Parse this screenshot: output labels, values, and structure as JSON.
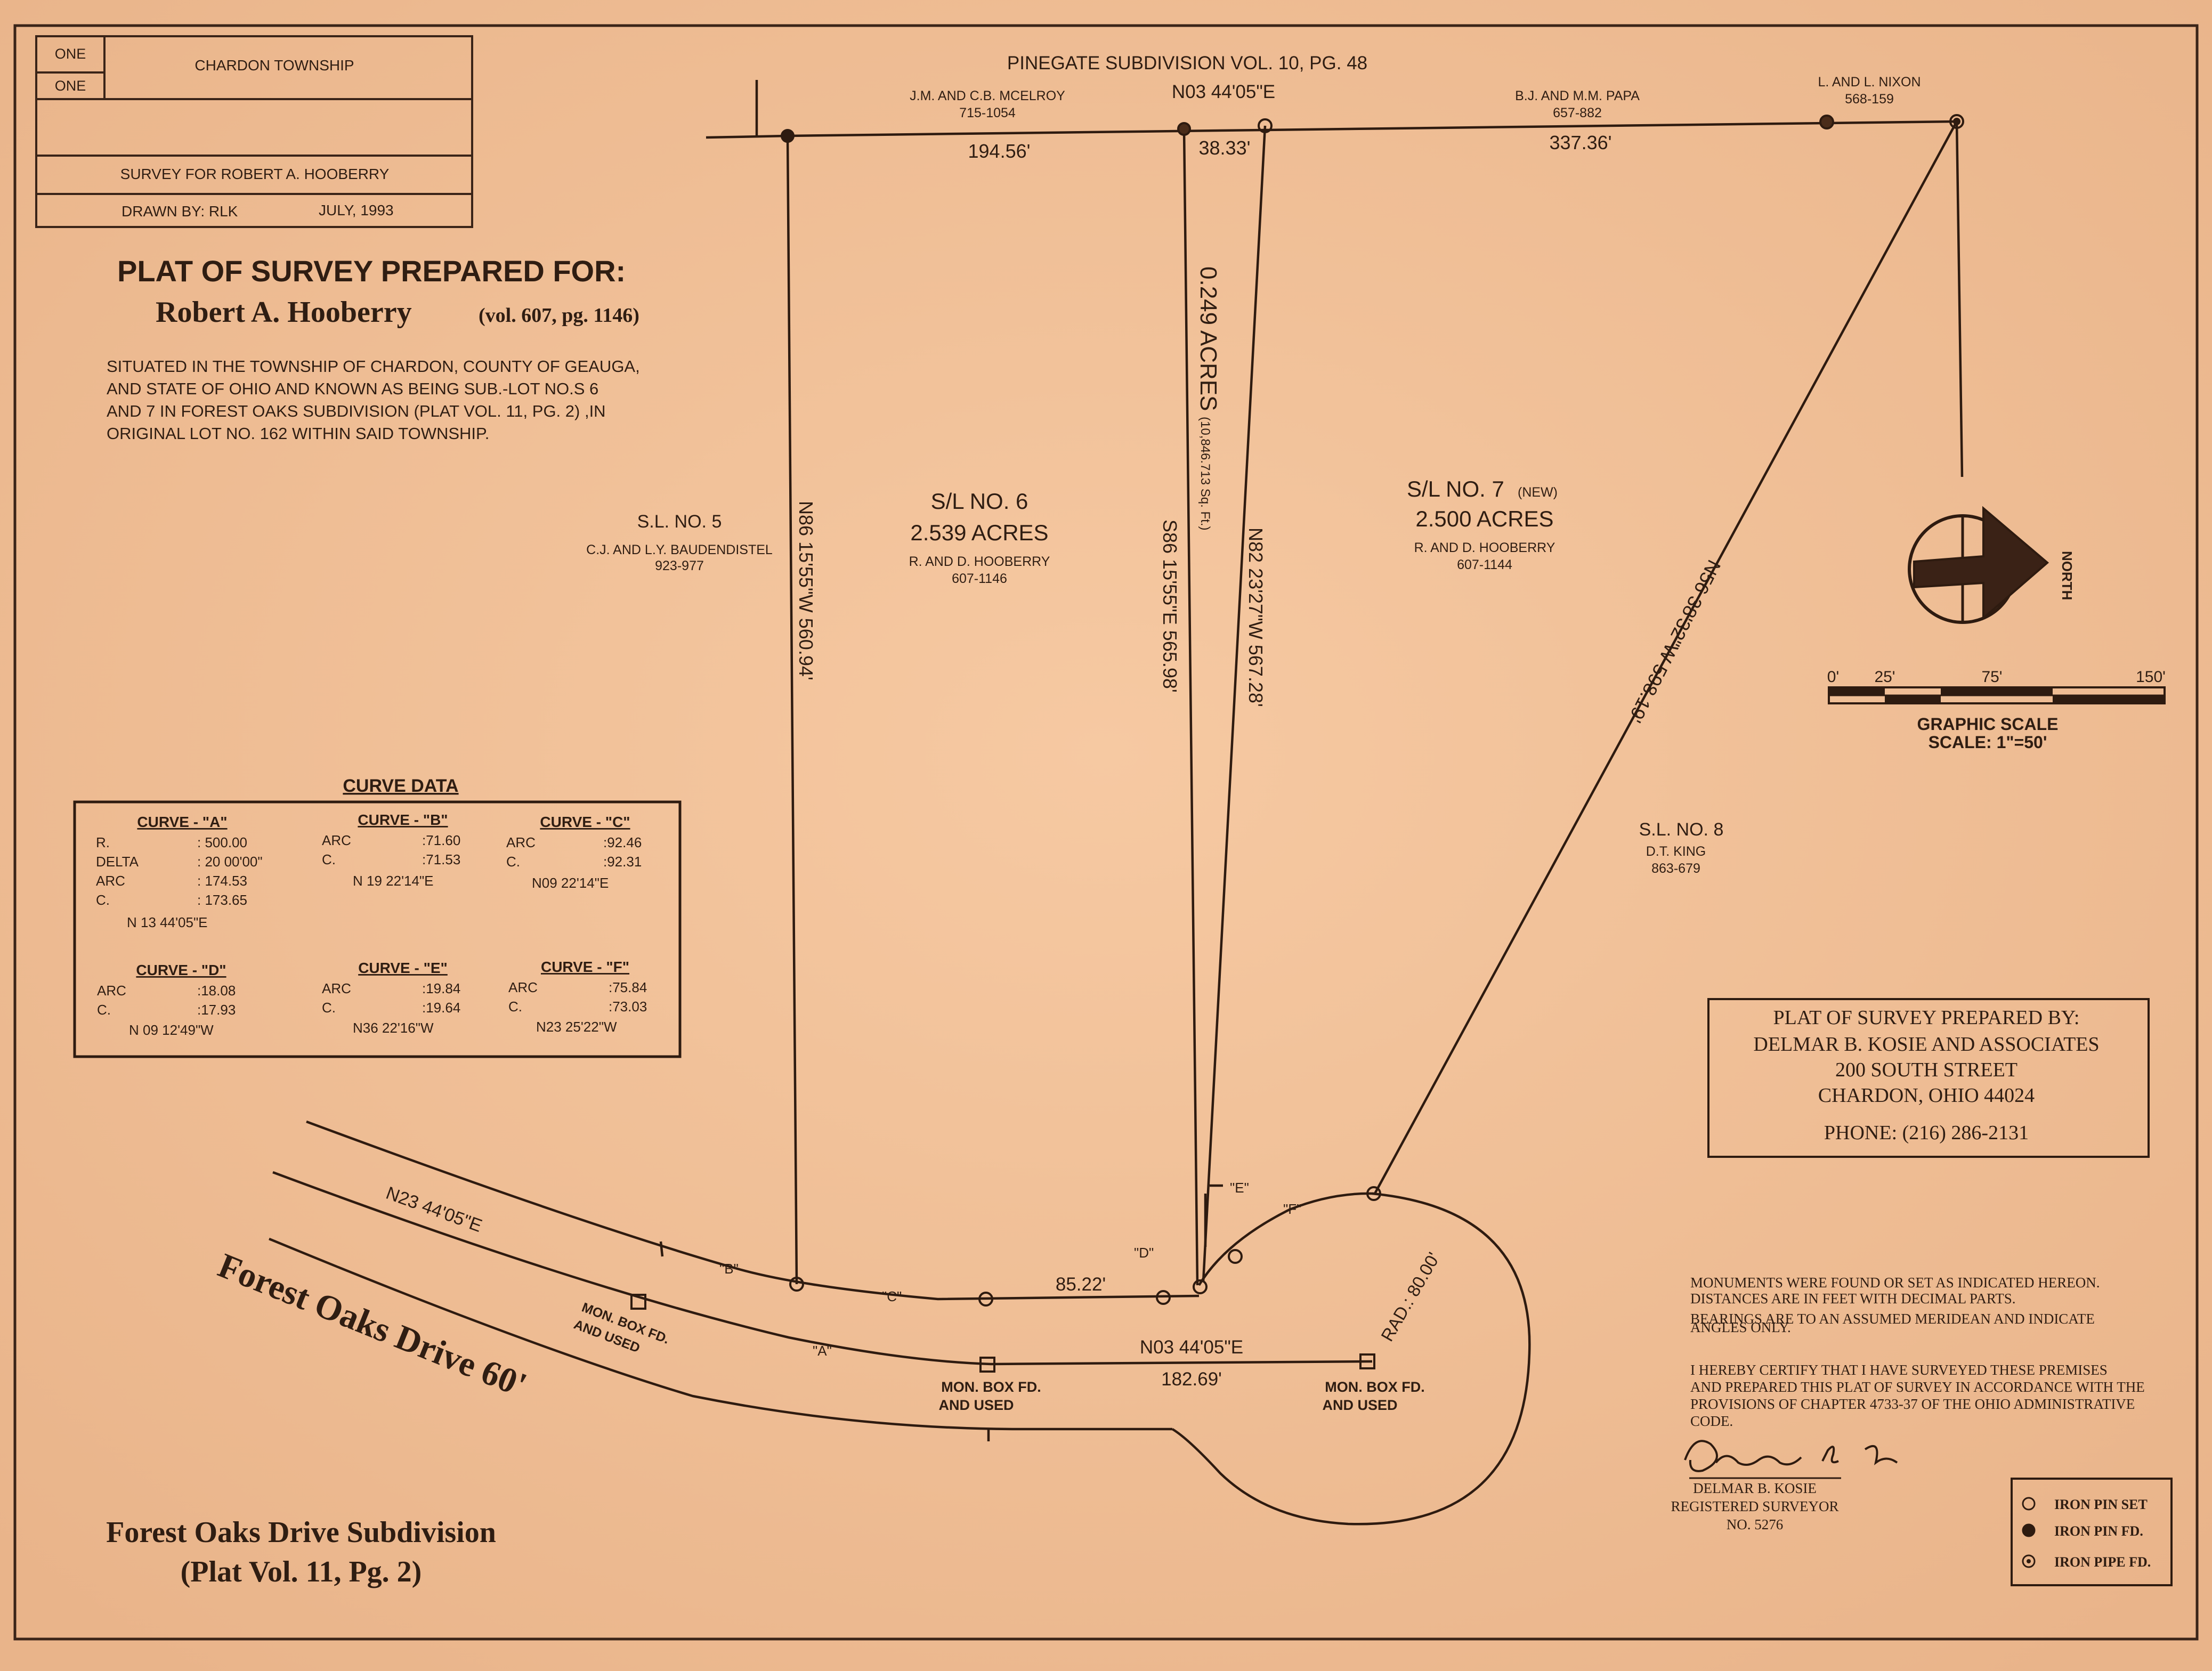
{
  "title_block": {
    "sheet": "ONE",
    "of": "ONE",
    "township": "CHARDON TOWNSHIP",
    "survey_for": "SURVEY FOR ROBERT A. HOOBERRY",
    "drawn_by": "DRAWN BY: RLK",
    "date": "JULY,   1993"
  },
  "heading": {
    "line1": "PLAT OF SURVEY PREPARED FOR:",
    "name": "Robert A. Hooberry",
    "ref": "(vol. 607, pg. 1146)"
  },
  "description": [
    "SITUATED IN THE TOWNSHIP OF CHARDON, COUNTY OF GEAUGA,",
    "AND STATE OF OHIO AND KNOWN AS BEING SUB.-LOT NO.S 6",
    "AND 7 IN FOREST OAKS SUBDIVISION (PLAT VOL. 11, PG. 2) ,IN",
    "ORIGINAL LOT NO. 162 WITHIN SAID TOWNSHIP."
  ],
  "north_boundary": {
    "subdivision": "PINEGATE SUBDIVISION VOL. 10, PG. 48",
    "bearing": "N03 44'05\"E",
    "owners": [
      {
        "name": "J.M. AND C.B. MCELROY",
        "ref": "715-1054"
      },
      {
        "name": "B.J. AND M.M. PAPA",
        "ref": "657-882"
      },
      {
        "name": "L. AND L. NIXON",
        "ref": "568-159"
      }
    ],
    "distances": [
      "194.56'",
      "38.33'",
      "337.36'"
    ]
  },
  "lots": {
    "sl5": {
      "label": "S.L. NO. 5",
      "owner": "C.J. AND L.Y. BAUDENDISTEL",
      "ref": "923-977"
    },
    "sl6": {
      "label": "S/L NO. 6",
      "acres": "2.539 ACRES",
      "owner": "R. AND D. HOOBERRY",
      "ref": "607-1146"
    },
    "sl7": {
      "label": "S/L NO. 7",
      "new": "(NEW)",
      "acres": "2.500 ACRES",
      "owner": "R. AND D. HOOBERRY",
      "ref": "607-1144"
    },
    "sl8": {
      "label": "S.L. NO. 8",
      "owner": "D.T. KING",
      "ref": "863-679"
    }
  },
  "strip": {
    "acres": "0.249 ACRES",
    "sqft": "(10,846.713 Sq. Ft.)"
  },
  "line_labels": {
    "west": "N86 15'55\"W   560.94'",
    "middle": "S86 15'55\"E   565.98'",
    "east": "N82 23'27\"W   567.28'",
    "diagonal": "N56 38'32\"W   598.19'",
    "road_bearing": "N23 44'05\"E",
    "road_bearing_south": "N03 44'05\"E",
    "dist_8522": "85.22'",
    "dist_18269": "182.69'",
    "radius": "RAD.: 80.00'",
    "curve_a": "\"A\"",
    "curve_b": "\"B\"",
    "curve_c": "\"C\"",
    "curve_d": "\"D\"",
    "curve_e": "\"E\"",
    "curve_f": "\"F\"",
    "mon_box_1": [
      "MON. BOX FD.",
      "AND USED"
    ],
    "mon_box_2": [
      "MON. BOX FD.",
      "AND USED"
    ],
    "mon_box_3": [
      "MON. BOX FD.",
      "AND USED"
    ]
  },
  "road": {
    "name": "Forest  Oaks  Drive  60'"
  },
  "curve_data": {
    "title": "CURVE DATA",
    "curves": [
      {
        "name": "CURVE - \"A\"",
        "rows": [
          [
            "R.",
            ": 500.00"
          ],
          [
            "DELTA",
            ": 20 00'00\""
          ],
          [
            "ARC",
            ": 174.53"
          ],
          [
            "C.",
            ": 173.65"
          ]
        ],
        "bearing": "N 13 44'05\"E"
      },
      {
        "name": "CURVE - \"B\"",
        "rows": [
          [
            "ARC",
            ":71.60"
          ],
          [
            "C.",
            ":71.53"
          ]
        ],
        "bearing": "N 19 22'14\"E"
      },
      {
        "name": "CURVE - \"C\"",
        "rows": [
          [
            "ARC",
            ":92.46"
          ],
          [
            "C.",
            ":92.31"
          ]
        ],
        "bearing": "N09 22'14\"E"
      },
      {
        "name": "CURVE - \"D\"",
        "rows": [
          [
            "ARC",
            ":18.08"
          ],
          [
            "C.",
            ":17.93"
          ]
        ],
        "bearing": "N 09 12'49\"W"
      },
      {
        "name": "CURVE - \"E\"",
        "rows": [
          [
            "ARC",
            ":19.84"
          ],
          [
            "C.",
            ":19.64"
          ]
        ],
        "bearing": "N36 22'16\"W"
      },
      {
        "name": "CURVE - \"F\"",
        "rows": [
          [
            "ARC",
            ":75.84"
          ],
          [
            "C.",
            ":73.03"
          ]
        ],
        "bearing": "N23 25'22\"W"
      }
    ]
  },
  "compass": {
    "label": "NORTH"
  },
  "scale": {
    "ticks": [
      "0'",
      "25'",
      "75'",
      "150'"
    ],
    "title": "GRAPHIC SCALE",
    "subtitle": "SCALE: 1\"=50'"
  },
  "prepared_by": {
    "line1": "PLAT OF SURVEY PREPARED BY:",
    "line2": "DELMAR B. KOSIE AND ASSOCIATES",
    "line3": "200 SOUTH STREET",
    "line4": "CHARDON, OHIO   44024",
    "phone": "PHONE: (216) 286-2131"
  },
  "notes": [
    "MONUMENTS WERE FOUND OR SET AS INDICATED HEREON.",
    "DISTANCES ARE IN FEET WITH DECIMAL PARTS.",
    "BEARINGS ARE TO AN ASSUMED MERIDEAN AND INDICATE",
    "ANGLES ONLY."
  ],
  "certification": [
    "I HEREBY CERTIFY THAT I HAVE SURVEYED THESE PREMISES",
    "AND PREPARED THIS PLAT OF SURVEY IN ACCORDANCE WITH THE",
    "PROVISIONS OF CHAPTER 4733-37 OF THE OHIO ADMINISTRATIVE",
    "CODE."
  ],
  "surveyor": {
    "signature": "Delmar B. Kosie",
    "name": "DELMAR B. KOSIE",
    "title": "REGISTERED SURVEYOR",
    "number": "NO. 5276"
  },
  "legend": [
    "IRON PIN SET",
    "IRON PIN FD.",
    "IRON PIPE FD."
  ],
  "subdivision_footer": {
    "line1": "Forest Oaks Drive Subdivision",
    "line2": "(Plat Vol. 11, Pg. 2)"
  }
}
